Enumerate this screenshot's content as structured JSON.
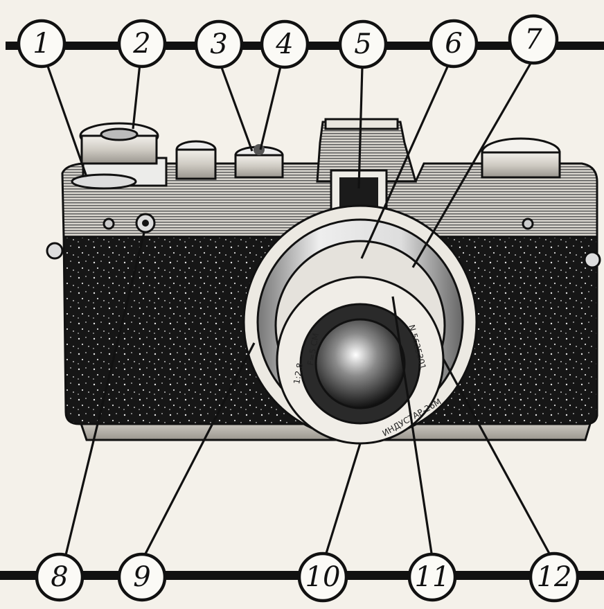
{
  "callouts": {
    "c1": "1",
    "c2": "2",
    "c3": "3",
    "c4": "4",
    "c5": "5",
    "c6": "6",
    "c7": "7",
    "c8": "8",
    "c9": "9",
    "c10": "10",
    "c11": "11",
    "c12": "12"
  },
  "lens": {
    "focal": "F=5 CM",
    "aperture": "1:2,8",
    "name": "ИНДУСТАР-26М",
    "serial": "N 5625301"
  },
  "colors": {
    "ink": "#111111",
    "paper": "#f4f1ea",
    "leatherette": "#1a1a1a",
    "chrome": "#d9d6cf"
  }
}
